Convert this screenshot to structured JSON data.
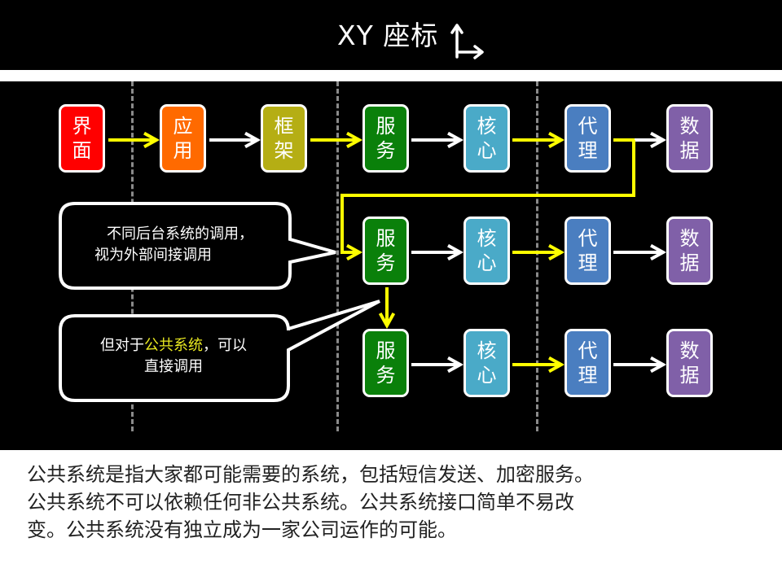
{
  "header": {
    "title": "XY 座标",
    "icon": "xy-axis-arrow-icon"
  },
  "colors": {
    "interface": "#ff0000",
    "application": "#ff6a00",
    "framework": "#b5ae14",
    "service": "#0a800a",
    "core": "#4aaac8",
    "proxy": "#4a7ec0",
    "data": "#8060a8",
    "yellow_arrow": "#ffff00",
    "white_arrow": "#ffffff",
    "highlight": "#e8e820"
  },
  "row1": [
    {
      "l1": "界",
      "l2": "面"
    },
    {
      "l1": "应",
      "l2": "用"
    },
    {
      "l1": "框",
      "l2": "架"
    },
    {
      "l1": "服",
      "l2": "务"
    },
    {
      "l1": "核",
      "l2": "心"
    },
    {
      "l1": "代",
      "l2": "理"
    },
    {
      "l1": "数",
      "l2": "据"
    }
  ],
  "row2": [
    {
      "l1": "服",
      "l2": "务"
    },
    {
      "l1": "核",
      "l2": "心"
    },
    {
      "l1": "代",
      "l2": "理"
    },
    {
      "l1": "数",
      "l2": "据"
    }
  ],
  "row3": [
    {
      "l1": "服",
      "l2": "务"
    },
    {
      "l1": "核",
      "l2": "心"
    },
    {
      "l1": "代",
      "l2": "理"
    },
    {
      "l1": "数",
      "l2": "据"
    }
  ],
  "callouts": {
    "first": {
      "line1": "不同后台系统的调用，",
      "line2": "视为外部间接调用"
    },
    "second": {
      "pre": "但对于",
      "highlight": "公共系统",
      "post": "，可以",
      "line2": "直接调用"
    }
  },
  "description": {
    "line1": "公共系统是指大家都可能需要的系统，包括短信发送、加密服务。",
    "line2": "公共系统不可以依赖任何非公共系统。公共系统接口简单不易改",
    "line3": "变。公共系统没有独立成为一家公司运作的可能。"
  }
}
